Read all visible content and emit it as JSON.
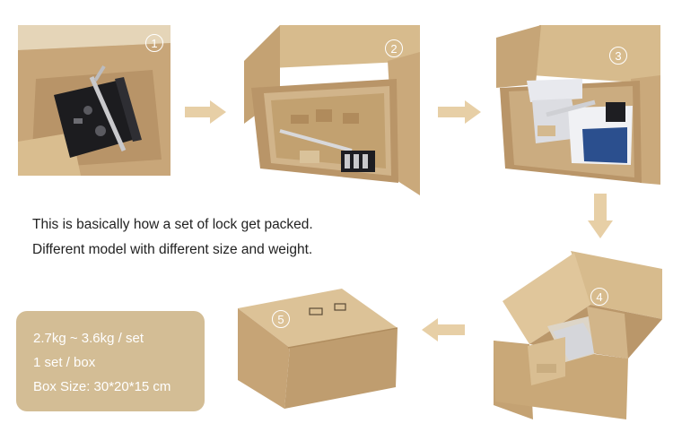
{
  "steps": [
    {
      "number": "1"
    },
    {
      "number": "2"
    },
    {
      "number": "3"
    },
    {
      "number": "4"
    },
    {
      "number": "5"
    }
  ],
  "caption": {
    "line1": "This is basically how a set of lock get packed.",
    "line2": "Different model with different size and weight."
  },
  "specs": {
    "weight": "2.7kg ~ 3.6kg / set",
    "quantity": "1 set / box",
    "box_size": "Box Size: 30*20*15 cm"
  },
  "colors": {
    "cardboard": "#c9ab7d",
    "arrow": "#e7cfa6",
    "info_box": "#d3bd95"
  }
}
